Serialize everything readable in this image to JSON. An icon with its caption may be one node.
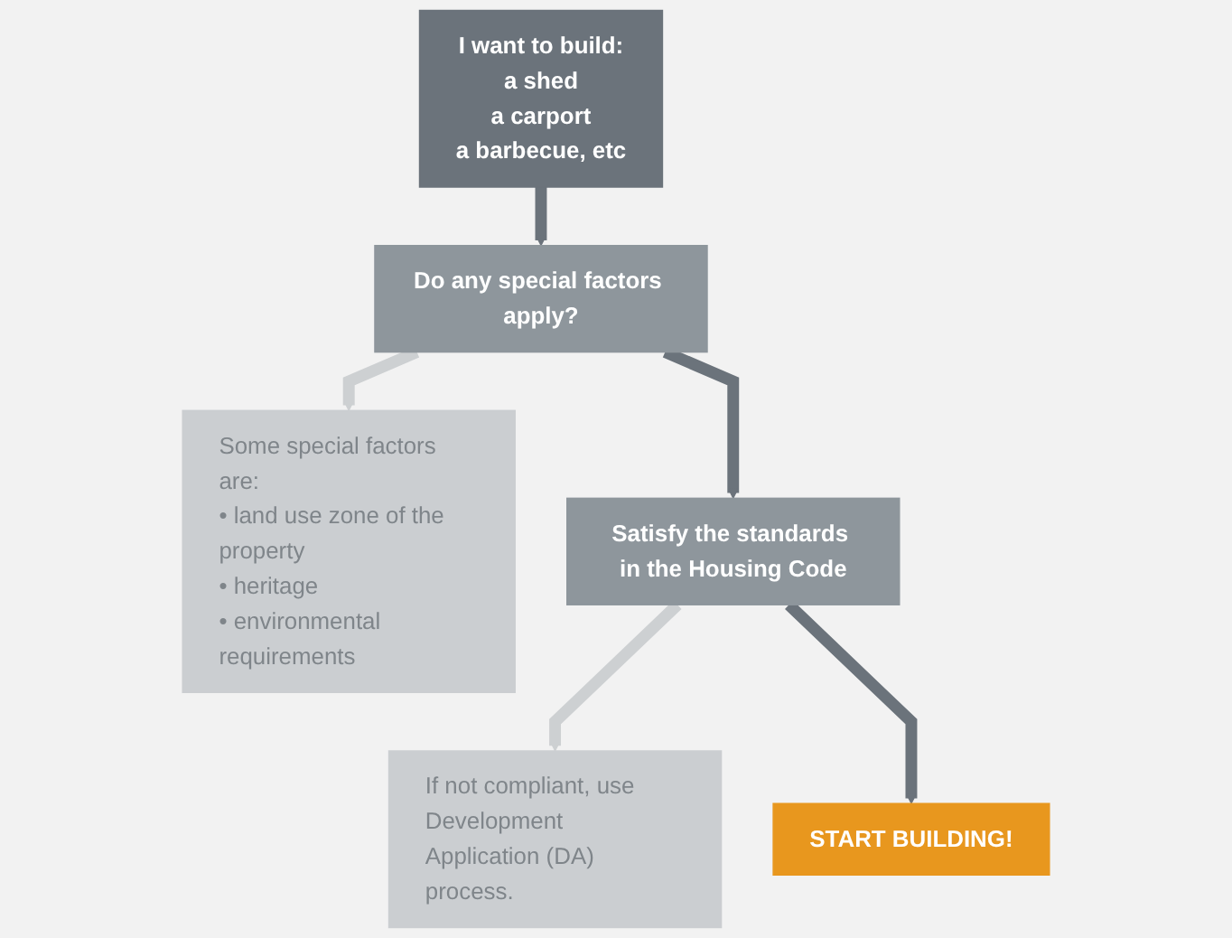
{
  "diagram": {
    "nodes": [
      {
        "text": [
          "I want to build:",
          "a shed",
          "a carport",
          "a barbecue, etc"
        ]
      },
      {
        "text": [
          "Do any special factors apply?"
        ]
      },
      {
        "text": [
          "Some special factors are:",
          "• land use zone of the property",
          "• heritage",
          "• environmental requirements"
        ]
      },
      {
        "text": [
          "Satisfy the standards in the Housing Code"
        ]
      },
      {
        "text": [
          "If not compliant, use Development Application (DA) process."
        ]
      },
      {
        "text": [
          "START BUILDING!"
        ]
      }
    ],
    "edges": [
      {
        "from": 0,
        "to": 1,
        "arrow": "to"
      },
      {
        "from": 1,
        "to": 2,
        "arrow": "to",
        "color": "#cdd0d2"
      },
      {
        "from": 1,
        "to": 3,
        "arrow": "to"
      },
      {
        "from": 3,
        "to": 4,
        "arrow": "to",
        "color": "#cdd0d2"
      },
      {
        "from": 3,
        "to": 5,
        "arrow": "to"
      }
    ]
  }
}
